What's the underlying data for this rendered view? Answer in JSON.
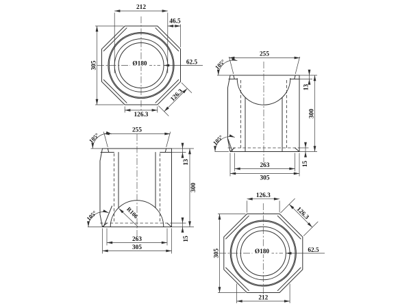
{
  "drawing": {
    "background": "#ffffff",
    "line_color": "#2f2f2f",
    "views": {
      "front_octagon": {
        "width": "212",
        "dome_to_flat": "46.5",
        "across_flats": "305",
        "bore_diameter": "Ø180",
        "bore_to_flat": "62.5",
        "flat_width": "126.3",
        "flat_width_diagonal": "126.3"
      },
      "section_right": {
        "top_opening": "255",
        "flare_angle_top": "105°",
        "flare_angle_bottom": "105°",
        "lip_depth": "13",
        "body_height": "300",
        "base_step": "15",
        "base_opening": "263",
        "body_width": "305"
      },
      "section_left": {
        "top_opening": "255",
        "flare_angle_top": "105°",
        "flare_angle_bottom": "105°",
        "dome_radius": "R106",
        "lip_depth": "13",
        "body_height": "300",
        "base_step": "15",
        "base_opening": "263",
        "body_width": "305"
      },
      "back_octagon": {
        "flat_width": "126.3",
        "flat_width_diagonal": "126.3",
        "across_flats": "305",
        "bore_diameter": "Ø180",
        "bore_to_flat": "62.5",
        "width": "212"
      }
    }
  }
}
